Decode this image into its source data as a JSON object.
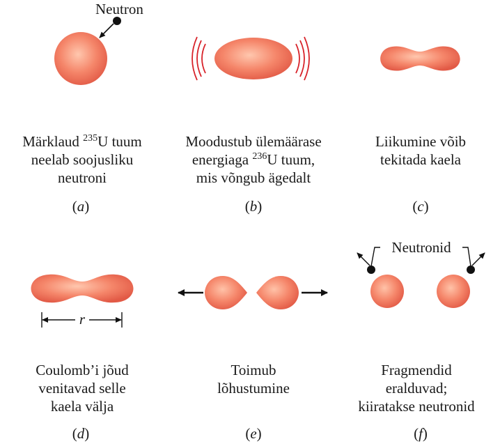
{
  "panels": {
    "a": {
      "label_letter": "a",
      "caption": {
        "line1_pre": "Märklaud ",
        "line1_sup": "235",
        "line1_post": "U tuum",
        "line2": "neelab soojusliku",
        "line3": "neutroni"
      },
      "annotation": "Neutron"
    },
    "b": {
      "label_letter": "b",
      "caption": {
        "line1": "Moodustub ülemäärase",
        "line2_pre": "energiaga ",
        "line2_sup": "236",
        "line2_post": "U tuum,",
        "line3": "mis võngub ägedalt"
      }
    },
    "c": {
      "label_letter": "c",
      "caption": {
        "line1": "Liikumine võib",
        "line2": "tekitada kaela"
      }
    },
    "d": {
      "label_letter": "d",
      "caption": {
        "line1": "Coulomb’i jõud",
        "line2": "venitavad selle",
        "line3": "kaela välja"
      },
      "distance_symbol": "r"
    },
    "e": {
      "label_letter": "e",
      "caption": {
        "line1": "Toimub",
        "line2": "lõhustumine"
      }
    },
    "f": {
      "label_letter": "f",
      "caption": {
        "line1": "Fragmendid",
        "line2": "eralduvad;",
        "line3": "kiiratakse neutronid"
      },
      "annotation": "Neutronid"
    }
  },
  "colors": {
    "nucleus_core": "#ffc2a8",
    "nucleus_mid": "#f58a6c",
    "nucleus_edge": "#e05a45",
    "vibration_lines": "#d8232a",
    "neutron": "#111111",
    "text": "#1a1a1a"
  }
}
